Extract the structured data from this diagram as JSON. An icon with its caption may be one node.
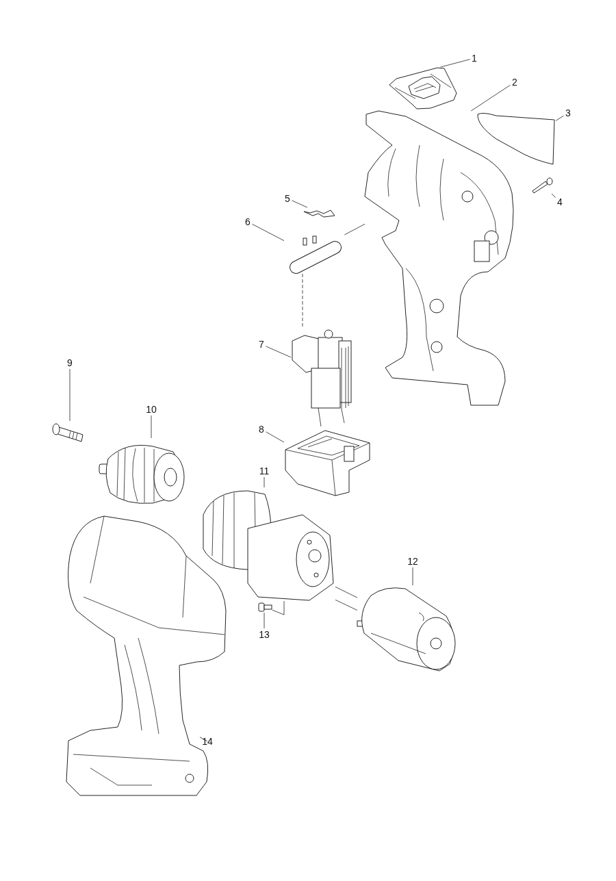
{
  "diagram": {
    "nodes": [
      {
        "text": [
          "1"
        ]
      },
      {
        "text": [
          "2"
        ]
      },
      {
        "text": [
          "3"
        ]
      },
      {
        "text": [
          "4"
        ]
      },
      {
        "text": [
          "5"
        ]
      },
      {
        "text": [
          "6"
        ]
      },
      {
        "text": [
          "7"
        ]
      },
      {
        "text": [
          "8"
        ]
      },
      {
        "text": [
          "9"
        ]
      },
      {
        "text": [
          "10"
        ]
      },
      {
        "text": [
          "11"
        ]
      },
      {
        "text": [
          "12"
        ]
      },
      {
        "text": [
          "13"
        ]
      },
      {
        "text": [
          "14"
        ]
      },
      {
        "text": [],
        "shape": "picture"
      },
      {
        "text": [],
        "shape": "picture"
      },
      {
        "text": [],
        "shape": "picture"
      },
      {
        "text": [],
        "shape": "picture"
      },
      {
        "text": [],
        "shape": "picture"
      },
      {
        "text": [],
        "shape": "picture"
      },
      {
        "text": [],
        "shape": "picture"
      },
      {
        "text": [],
        "shape": "picture"
      },
      {
        "text": [],
        "shape": "picture"
      },
      {
        "text": [],
        "shape": "picture"
      },
      {
        "text": [],
        "shape": "picture"
      },
      {
        "text": [],
        "shape": "picture"
      },
      {
        "text": [],
        "shape": "picture"
      },
      {
        "text": [],
        "shape": "picture"
      }
    ],
    "edges": [
      {
        "from": 0,
        "to": 14,
        "arrow": "none"
      },
      {
        "from": 1,
        "to": 15,
        "arrow": "none"
      },
      {
        "from": 2,
        "to": 16,
        "arrow": "none"
      },
      {
        "from": 3,
        "to": 17,
        "arrow": "none"
      },
      {
        "from": 4,
        "to": 18,
        "arrow": "none"
      },
      {
        "from": 5,
        "to": 19,
        "arrow": "none"
      },
      {
        "from": 6,
        "to": 20,
        "arrow": "none"
      },
      {
        "from": 7,
        "to": 21,
        "arrow": "none"
      },
      {
        "from": 8,
        "to": 22,
        "arrow": "none"
      },
      {
        "from": 9,
        "to": 23,
        "arrow": "none"
      },
      {
        "from": 10,
        "to": 24,
        "arrow": "none"
      },
      {
        "from": 11,
        "to": 25,
        "arrow": "none"
      },
      {
        "from": 12,
        "to": 26,
        "arrow": "none"
      },
      {
        "from": 13,
        "to": 27,
        "arrow": "none"
      },
      {
        "from": 19,
        "to": 20,
        "arrow": "none",
        "style": "dashed"
      },
      {
        "from": 19,
        "to": 15,
        "arrow": "none"
      },
      {
        "from": 24,
        "to": 25,
        "arrow": "none"
      },
      {
        "from": 24,
        "to": 25,
        "arrow": "none"
      },
      {
        "from": 26,
        "to": 24,
        "arrow": "none"
      }
    ]
  }
}
